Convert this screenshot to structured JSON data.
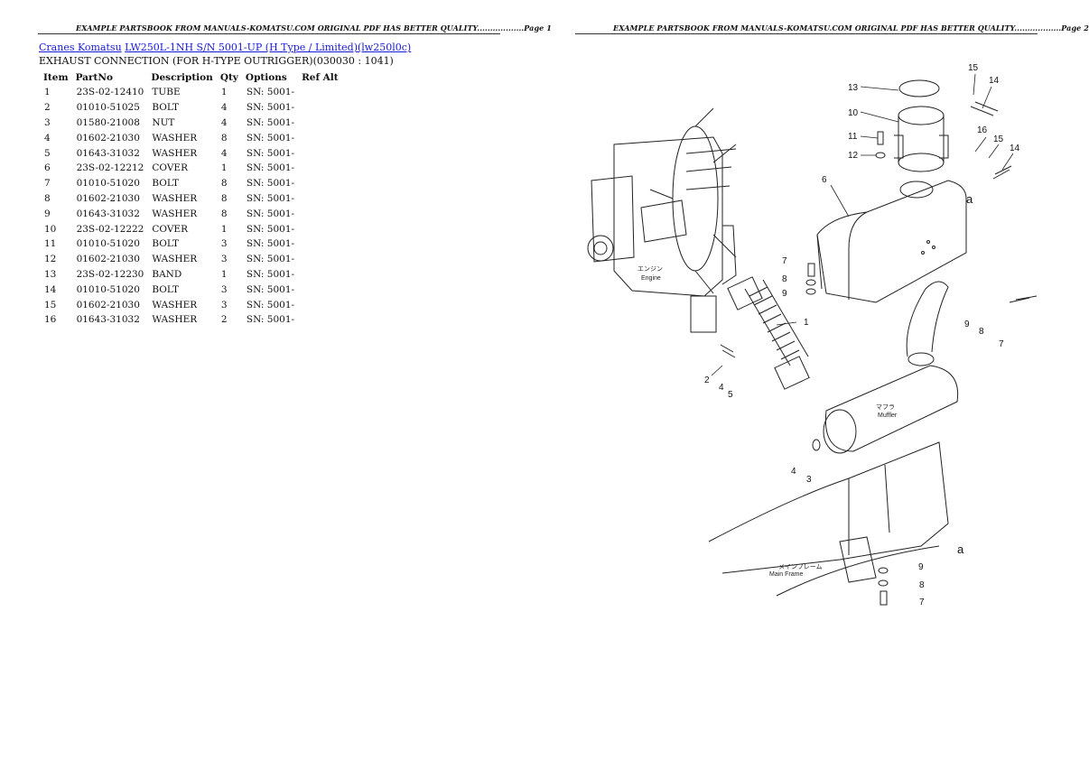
{
  "header": {
    "page1_text": "EXAMPLE PARTSBOOK FROM MANUALS-KOMATSU.COM ORIGINAL PDF HAS BETTER QUALITY..................Page 1",
    "page2_text": "EXAMPLE PARTSBOOK FROM MANUALS-KOMATSU.COM ORIGINAL PDF HAS BETTER QUALITY..................Page 2"
  },
  "breadcrumb": {
    "link1": "Cranes Komatsu",
    "link2": "LW250L-1NH S/N 5001-UP (H Type / Limited)(lw250l0c)"
  },
  "subtitle": "EXHAUST CONNECTION (FOR H-TYPE OUTRIGGER)(030030 : 1041)",
  "table": {
    "headers": [
      "Item",
      "PartNo",
      "Description",
      "Qty",
      "Options",
      "Ref Alt"
    ],
    "rows": [
      [
        "1",
        "23S-02-12410",
        "TUBE",
        "1",
        "SN: 5001-",
        ""
      ],
      [
        "2",
        "01010-51025",
        "BOLT",
        "4",
        "SN: 5001-",
        ""
      ],
      [
        "3",
        "01580-21008",
        "NUT",
        "4",
        "SN: 5001-",
        ""
      ],
      [
        "4",
        "01602-21030",
        "WASHER",
        "8",
        "SN: 5001-",
        ""
      ],
      [
        "5",
        "01643-31032",
        "WASHER",
        "4",
        "SN: 5001-",
        ""
      ],
      [
        "6",
        "23S-02-12212",
        "COVER",
        "1",
        "SN: 5001-",
        ""
      ],
      [
        "7",
        "01010-51020",
        "BOLT",
        "8",
        "SN: 5001-",
        ""
      ],
      [
        "8",
        "01602-21030",
        "WASHER",
        "8",
        "SN: 5001-",
        ""
      ],
      [
        "9",
        "01643-31032",
        "WASHER",
        "8",
        "SN: 5001-",
        ""
      ],
      [
        "10",
        "23S-02-12222",
        "COVER",
        "1",
        "SN: 5001-",
        ""
      ],
      [
        "11",
        "01010-51020",
        "BOLT",
        "3",
        "SN: 5001-",
        ""
      ],
      [
        "12",
        "01602-21030",
        "WASHER",
        "3",
        "SN: 5001-",
        ""
      ],
      [
        "13",
        "23S-02-12230",
        "BAND",
        "1",
        "SN: 5001-",
        ""
      ],
      [
        "14",
        "01010-51020",
        "BOLT",
        "3",
        "SN: 5001-",
        ""
      ],
      [
        "15",
        "01602-21030",
        "WASHER",
        "3",
        "SN: 5001-",
        ""
      ],
      [
        "16",
        "01643-31032",
        "WASHER",
        "2",
        "SN: 5001-",
        ""
      ]
    ]
  },
  "diagram": {
    "labels": {
      "engine_jp": "エンジン",
      "engine_en": "Engine",
      "muffler_jp": "マフラ",
      "muffler_en": "Muffler",
      "frame_jp": "メインフレーム",
      "frame_en": "Main Frame",
      "ref_a": "a"
    },
    "callouts": [
      "1",
      "2",
      "3",
      "4",
      "5",
      "6",
      "7",
      "8",
      "9",
      "10",
      "11",
      "12",
      "13",
      "14",
      "15",
      "16"
    ]
  }
}
